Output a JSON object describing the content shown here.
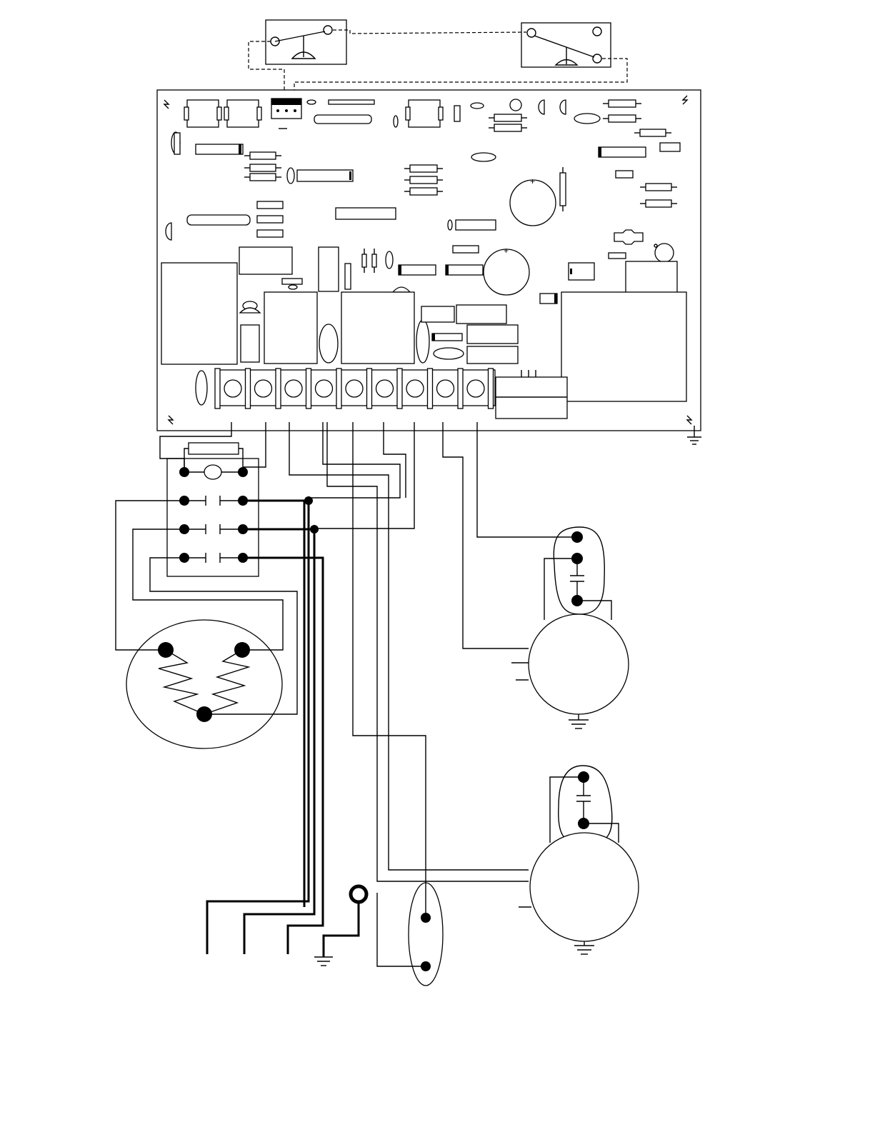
{
  "diagram": {
    "title": "",
    "colors": {
      "line": "#000000",
      "background": "#ffffff",
      "dot": "#000000"
    },
    "components": [
      {
        "id": "switch-left",
        "kind": "limit-switch"
      },
      {
        "id": "switch-right",
        "kind": "limit-switch"
      },
      {
        "id": "control-board",
        "kind": "circuit-board"
      },
      {
        "id": "terminal-strip",
        "kind": "terminal-block",
        "terminals": 9
      },
      {
        "id": "relay-block",
        "kind": "relay",
        "contact_pairs": 3
      },
      {
        "id": "heater-element",
        "kind": "heating-element"
      },
      {
        "id": "motor-upper",
        "kind": "motor-with-capacitor"
      },
      {
        "id": "motor-lower",
        "kind": "motor-with-capacitor"
      },
      {
        "id": "thermal-fuse",
        "kind": "in-line-fuse"
      },
      {
        "id": "ground-lug",
        "kind": "ground-terminal"
      },
      {
        "id": "supply-leads",
        "kind": "power-leads",
        "count": 4
      }
    ]
  }
}
